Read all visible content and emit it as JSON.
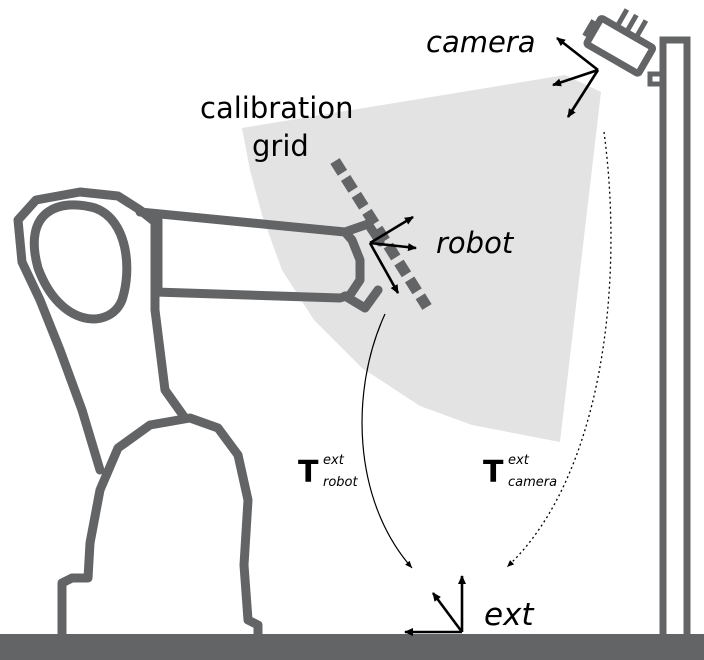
{
  "labels": {
    "camera": "camera",
    "calibration": "calibration",
    "grid": "grid",
    "robot": "robot",
    "ext": "ext"
  },
  "transforms": {
    "robot": {
      "symbol": "T",
      "sup": "ext",
      "sub": "robot"
    },
    "camera": {
      "symbol": "T",
      "sup": "ext",
      "sub": "camera"
    }
  },
  "colors": {
    "structure": "#636466",
    "fov": "#e3e3e3",
    "ink": "#000000"
  }
}
